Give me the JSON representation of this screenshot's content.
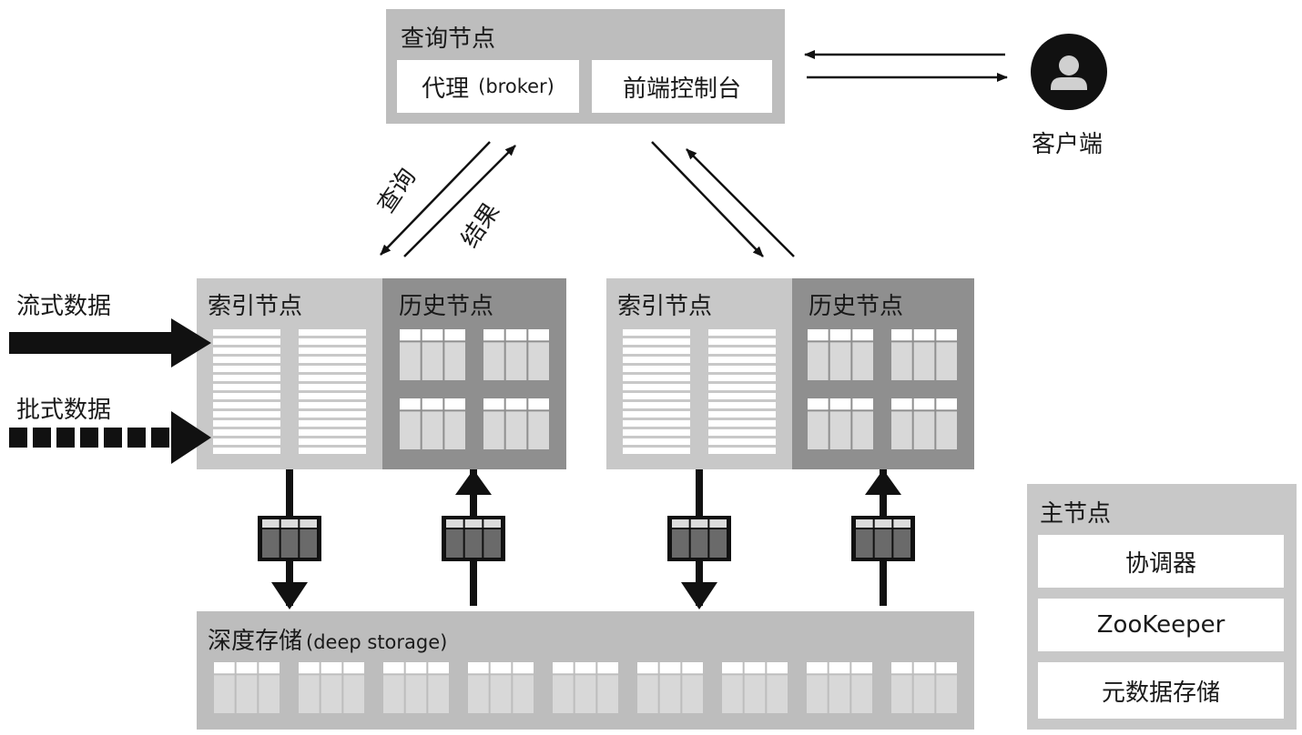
{
  "query_node": {
    "title": "查询节点",
    "broker": "代理",
    "broker_en": "(broker)",
    "console": "前端控制台"
  },
  "client": {
    "label": "客户端",
    "icon": "user-icon"
  },
  "flow_labels": {
    "query": "查询",
    "result": "结果"
  },
  "inputs": {
    "stream": "流式数据",
    "batch": "批式数据"
  },
  "middle_group_left": {
    "index": "索引节点",
    "history": "历史节点"
  },
  "middle_group_right": {
    "index": "索引节点",
    "history": "历史节点"
  },
  "deep_storage": {
    "title": "深度存储",
    "title_en": "(deep storage)"
  },
  "master_node": {
    "title": "主节点",
    "items": [
      "协调器",
      "ZooKeeper",
      "元数据存储"
    ]
  },
  "colors": {
    "light_gray": "#c8c8c8",
    "mid_gray": "#a6a6a6",
    "dark_gray": "#8a8a8a",
    "black": "#111111"
  }
}
